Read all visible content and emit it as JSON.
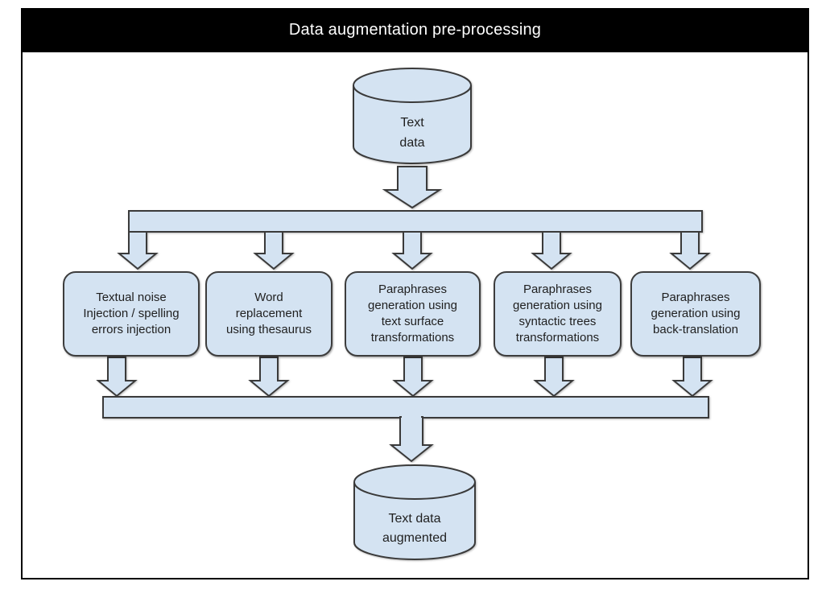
{
  "title": "Data augmentation pre-processing",
  "colors": {
    "shape_fill": "#d4e3f2",
    "shape_stroke": "#3a3a3a",
    "frame_border": "#000000",
    "title_bg": "#000000",
    "title_text": "#ffffff",
    "label_text": "#1f1f1f"
  },
  "nodes": {
    "source": {
      "shape": "cylinder",
      "label": "Text\ndata"
    },
    "methods": [
      {
        "label": "Textual noise\nInjection / spelling\nerrors injection"
      },
      {
        "label": "Word\nreplacement\nusing thesaurus"
      },
      {
        "label": "Paraphrases\ngeneration using\ntext surface\ntransformations"
      },
      {
        "label": "Paraphrases\ngeneration using\nsyntactic trees\ntransformations"
      },
      {
        "label": "Paraphrases\ngeneration using\nback-translation"
      }
    ],
    "output": {
      "shape": "cylinder",
      "label": "Text data\naugmented"
    }
  }
}
